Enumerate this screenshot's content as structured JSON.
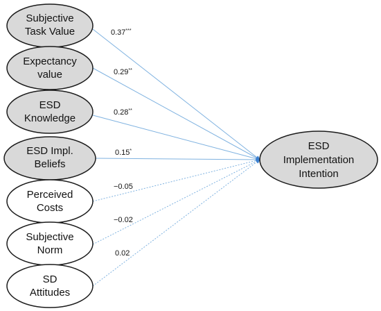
{
  "predictors": [
    {
      "line1": "Subjective",
      "line2": "Task Value",
      "coefficient": "0.37",
      "stars": "***",
      "significant": true
    },
    {
      "line1": "Expectancy",
      "line2": "value",
      "coefficient": "0.29",
      "stars": "**",
      "significant": true
    },
    {
      "line1": "ESD",
      "line2": "Knowledge",
      "coefficient": "0.28",
      "stars": "**",
      "significant": true
    },
    {
      "line1": "ESD Impl.",
      "line2": "Beliefs",
      "coefficient": "0.15",
      "stars": "*",
      "significant": true
    },
    {
      "line1": "Perceived",
      "line2": "Costs",
      "coefficient": "−0.05",
      "stars": "",
      "significant": false
    },
    {
      "line1": "Subjective",
      "line2": "Norm",
      "coefficient": "−0.02",
      "stars": "",
      "significant": false
    },
    {
      "line1": "SD",
      "line2": "Attitudes",
      "coefficient": "0.02",
      "stars": "",
      "significant": false
    }
  ],
  "outcome": {
    "line1": "ESD",
    "line2": "Implementation",
    "line3": "Intention"
  },
  "colors": {
    "significant_fill": "#d9d9d9",
    "nonsignificant_fill": "#ffffff",
    "node_stroke": "#1a1a1a",
    "path_line": "#7fb2e0",
    "arrow_head": "#3a7fd0"
  }
}
